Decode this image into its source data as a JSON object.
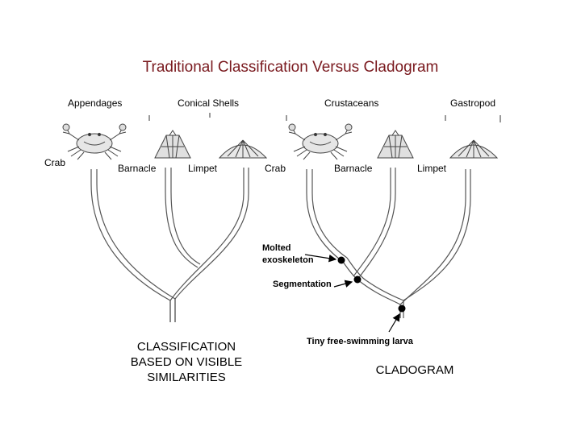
{
  "title": "Traditional Classification Versus Cladogram",
  "left_tree": {
    "groups": {
      "appendages": "Appendages",
      "conical_shells": "Conical Shells"
    },
    "taxa": {
      "crab": "Crab",
      "barnacle": "Barnacle",
      "limpet": "Limpet"
    },
    "caption": {
      "line1": "CLASSIFICATION",
      "line2": "BASED ON VISIBLE",
      "line3": "SIMILARITIES"
    }
  },
  "right_tree": {
    "groups": {
      "crustaceans": "Crustaceans",
      "gastropod": "Gastropod"
    },
    "taxa": {
      "crab": "Crab",
      "barnacle": "Barnacle",
      "limpet": "Limpet"
    },
    "characters": {
      "molted_line1": "Molted",
      "molted_line2": "exoskeleton",
      "segmentation": "Segmentation",
      "larva": "Tiny free-swimming larva"
    },
    "caption": "CLADOGRAM"
  },
  "colors": {
    "title": "#7a1a1f",
    "lines": "#555555"
  },
  "icons": [
    "crab-icon",
    "barnacle-icon",
    "limpet-icon"
  ]
}
